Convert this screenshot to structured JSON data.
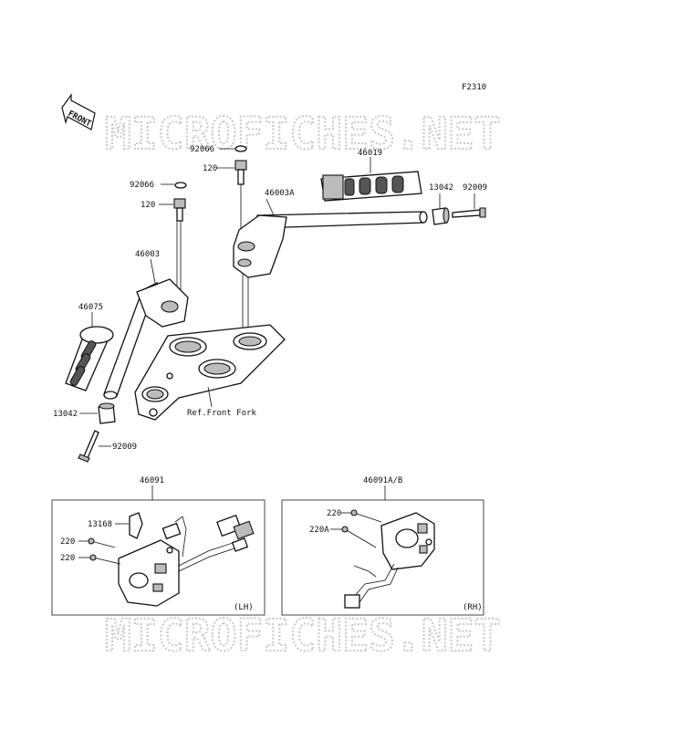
{
  "figure_code": "F2310",
  "front_badge": "FRONT",
  "watermark": "MICROFICHES.NET",
  "labels": {
    "p92066a": "92066",
    "p120a": "120",
    "p92066b": "92066",
    "p120b": "120",
    "p46003A": "46003A",
    "p46019": "46019",
    "p13042a": "13042",
    "p92009a": "92009",
    "p46003": "46003",
    "p46075": "46075",
    "p13042b": "13042",
    "p92009b": "92009",
    "ref_front_fork": "Ref.Front Fork",
    "p46091": "46091",
    "p46091AB": "46091A/B",
    "p13168": "13168",
    "p220a": "220",
    "p220b": "220",
    "p220c": "220",
    "p220A": "220A",
    "lh": "(LH)",
    "rh": "(RH)"
  }
}
